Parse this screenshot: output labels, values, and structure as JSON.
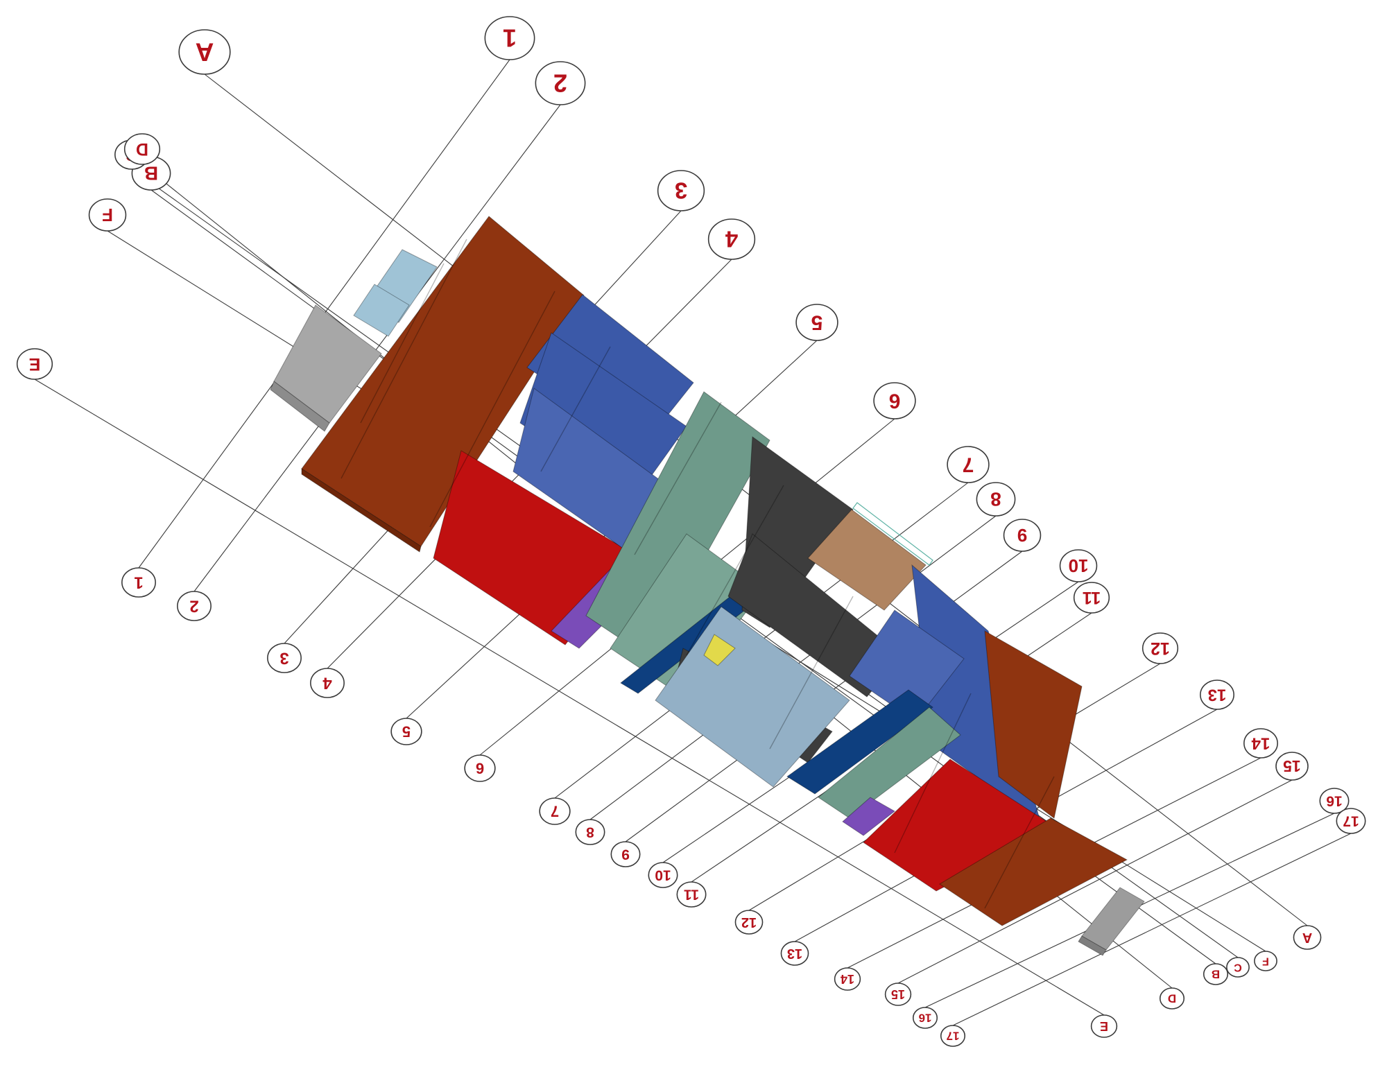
{
  "title": "",
  "grid": {
    "lettered_axes": [
      "A",
      "B",
      "C",
      "D",
      "E",
      "F"
    ],
    "numbered_axes": [
      "1",
      "2",
      "3",
      "4",
      "5",
      "6",
      "7",
      "8",
      "9",
      "10",
      "11",
      "12",
      "13",
      "14",
      "15",
      "16",
      "17"
    ]
  },
  "bubbles_top": [
    {
      "label": "A"
    },
    {
      "label": "1"
    },
    {
      "label": "2"
    },
    {
      "label": "B"
    },
    {
      "label": "C"
    },
    {
      "label": "F"
    },
    {
      "label": "D"
    },
    {
      "label": "E"
    },
    {
      "label": "3"
    },
    {
      "label": "4"
    },
    {
      "label": "5"
    },
    {
      "label": "6"
    },
    {
      "label": "7"
    },
    {
      "label": "8"
    },
    {
      "label": "9"
    },
    {
      "label": "10"
    },
    {
      "label": "11"
    },
    {
      "label": "12"
    },
    {
      "label": "13"
    },
    {
      "label": "14"
    },
    {
      "label": "15"
    },
    {
      "label": "16"
    },
    {
      "label": "17"
    }
  ],
  "bubbles_bottom": [
    {
      "label": "1"
    },
    {
      "label": "2"
    },
    {
      "label": "3"
    },
    {
      "label": "4"
    },
    {
      "label": "5"
    },
    {
      "label": "6"
    },
    {
      "label": "7"
    },
    {
      "label": "8"
    },
    {
      "label": "9"
    },
    {
      "label": "10"
    },
    {
      "label": "11"
    },
    {
      "label": "12"
    },
    {
      "label": "13"
    },
    {
      "label": "14"
    },
    {
      "label": "15"
    },
    {
      "label": "16"
    },
    {
      "label": "17"
    },
    {
      "label": "A"
    },
    {
      "label": "B"
    },
    {
      "label": "C"
    },
    {
      "label": "D"
    },
    {
      "label": "F"
    },
    {
      "label": "E"
    }
  ],
  "colors": {
    "rust": "#8f3410",
    "blue": "#3b59a8",
    "dark_blue": "#0e3f7f",
    "red": "#c01010",
    "purple": "#7a4cb8",
    "teal": "#6e9a8a",
    "charcoal": "#3d3d3d",
    "light_blue": "#93b0c6",
    "tan": "#b08461",
    "yellow": "#e2d94a",
    "stair_gray": "#9c9c9c",
    "bubble_text": "#b5121b"
  }
}
